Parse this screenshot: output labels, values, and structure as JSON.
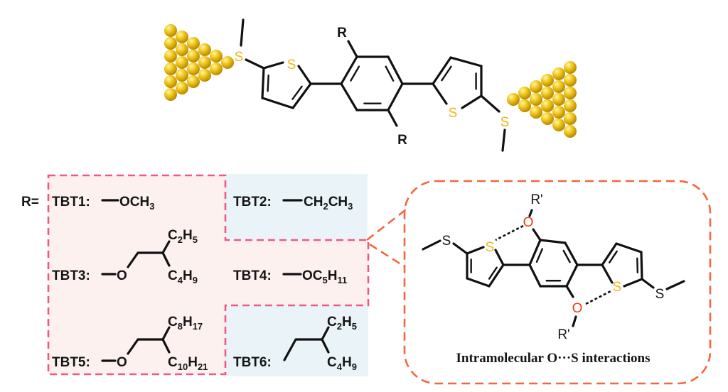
{
  "colors": {
    "gold": "#f2c81e",
    "sulfur": "#f0b81a",
    "oxygen": "#f03a1a",
    "pink_border": "#ee5a7e",
    "orange_border": "#f2673f",
    "pink_fill": "#fdf1f0",
    "blue_fill": "#eaf4f8"
  },
  "top_molecule": {
    "r_top": "R",
    "r_bottom": "R",
    "s_left": "S",
    "s_thiophene_left": "S",
    "s_thiophene_right": "S",
    "s_right": "S",
    "electrode_left": "gold-electrode",
    "electrode_right": "gold-electrode"
  },
  "substituents": {
    "r_label": "R=",
    "tbt1": {
      "name": "TBT1:",
      "formula": [
        "OCH",
        "3"
      ]
    },
    "tbt2": {
      "name": "TBT2:",
      "formula": [
        "CH",
        "2",
        "CH",
        "3"
      ]
    },
    "tbt3": {
      "name": "TBT3:",
      "oxygen": "O",
      "branch_top": [
        "C",
        "2",
        "H",
        "5"
      ],
      "branch_bottom": [
        "C",
        "4",
        "H",
        "9"
      ]
    },
    "tbt4": {
      "name": "TBT4:",
      "formula": [
        "OC",
        "5",
        "H",
        "11"
      ]
    },
    "tbt5": {
      "name": "TBT5:",
      "oxygen": "O",
      "branch_top": [
        "C",
        "8",
        "H",
        "17"
      ],
      "branch_bottom": [
        "C",
        "10",
        "H",
        "21"
      ]
    },
    "tbt6": {
      "name": "TBT6:",
      "branch_top": [
        "C",
        "2",
        "H",
        "5"
      ],
      "branch_bottom": [
        "C",
        "4",
        "H",
        "9"
      ]
    }
  },
  "interaction_panel": {
    "r_prime_top": "R'",
    "r_prime_bottom": "R'",
    "o_top": "O",
    "o_bottom": "O",
    "s_methyl_left": "S",
    "s_thiophene_left": "S",
    "s_thiophene_right": "S",
    "s_methyl_right": "S",
    "caption": "Intramolecular O···S interactions"
  }
}
